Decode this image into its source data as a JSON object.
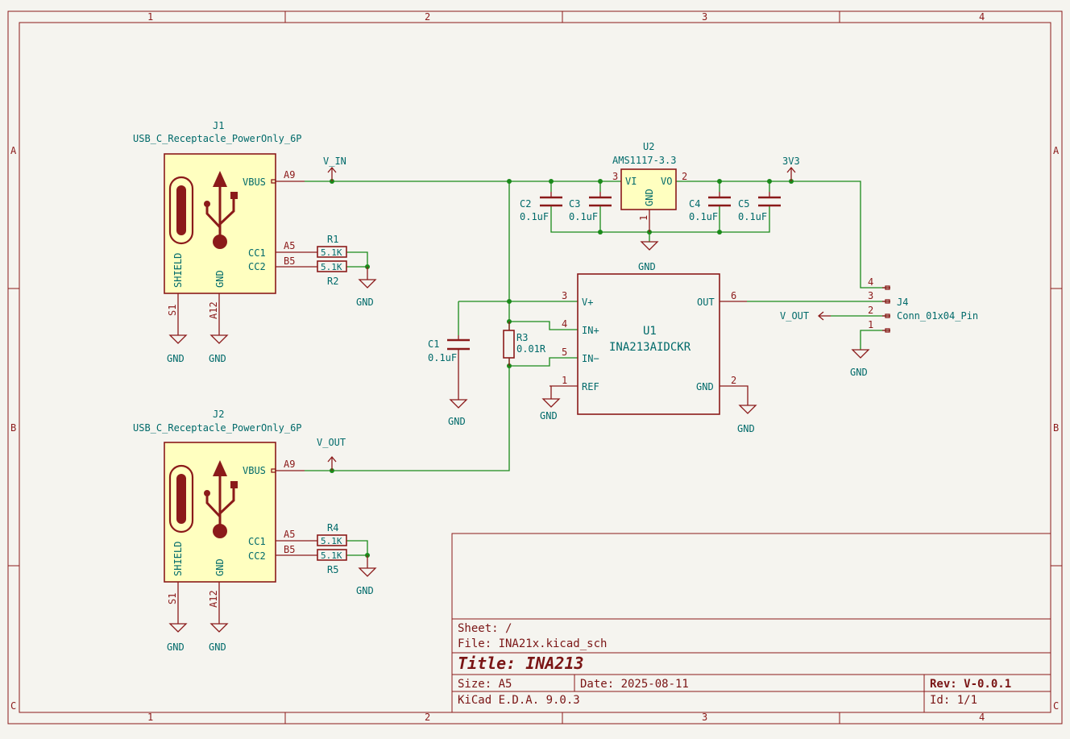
{
  "border": {
    "columns": [
      "1",
      "2",
      "3",
      "4"
    ],
    "rows": [
      "A",
      "B",
      "C"
    ]
  },
  "title_block": {
    "sheet": "Sheet: /",
    "file": "File: INA21x.kicad_sch",
    "title": "Title: INA213",
    "size": "Size: A5",
    "date": "Date: 2025-08-11",
    "rev": "Rev: V-0.0.1",
    "tool": "KiCad E.D.A. 9.0.3",
    "id": "Id: 1/1"
  },
  "components": {
    "J1": {
      "ref": "J1",
      "value": "USB_C_Receptacle_PowerOnly_6P",
      "pin_vbus": "VBUS",
      "pin_cc1": "CC1",
      "pin_cc2": "CC2",
      "pin_shield": "SHIELD",
      "pin_gnd": "GND",
      "num_a9": "A9",
      "num_a5": "A5",
      "num_b5": "B5",
      "num_s1": "S1",
      "num_a12": "A12"
    },
    "J2": {
      "ref": "J2",
      "value": "USB_C_Receptacle_PowerOnly_6P",
      "pin_vbus": "VBUS",
      "pin_cc1": "CC1",
      "pin_cc2": "CC2",
      "pin_shield": "SHIELD",
      "pin_gnd": "GND",
      "num_a9": "A9",
      "num_a5": "A5",
      "num_b5": "B5",
      "num_s1": "S1",
      "num_a12": "A12"
    },
    "R1": {
      "ref": "R1",
      "value": "5.1K"
    },
    "R2": {
      "ref": "R2",
      "value": "5.1K"
    },
    "R4": {
      "ref": "R4",
      "value": "5.1K"
    },
    "R5": {
      "ref": "R5",
      "value": "5.1K"
    },
    "R3": {
      "ref": "R3",
      "value": "0.01R"
    },
    "C1": {
      "ref": "C1",
      "value": "0.1uF"
    },
    "C2": {
      "ref": "C2",
      "value": "0.1uF"
    },
    "C3": {
      "ref": "C3",
      "value": "0.1uF"
    },
    "C4": {
      "ref": "C4",
      "value": "0.1uF"
    },
    "C5": {
      "ref": "C5",
      "value": "0.1uF"
    },
    "U2": {
      "ref": "U2",
      "value": "AMS1117-3.3",
      "pin_vi": "VI",
      "pin_vo": "VO",
      "pin_gnd": "GND",
      "num_vi": "3",
      "num_vo": "2",
      "num_gnd": "1"
    },
    "U1": {
      "ref": "U1",
      "value": "INA213AIDCKR",
      "pin_vp": "V+",
      "pin_inp": "IN+",
      "pin_inn": "IN−",
      "pin_ref": "REF",
      "pin_out": "OUT",
      "pin_gnd": "GND",
      "num_vp": "3",
      "num_inp": "4",
      "num_inn": "5",
      "num_ref": "1",
      "num_out": "6",
      "num_gnd": "2"
    },
    "J4": {
      "ref": "J4",
      "value": "Conn_01x04_Pin",
      "pins": [
        "4",
        "3",
        "2",
        "1"
      ]
    }
  },
  "nets": {
    "v_in": "V_IN",
    "v_out": "V_OUT",
    "v3v3": "3V3",
    "gnd": "GND"
  }
}
